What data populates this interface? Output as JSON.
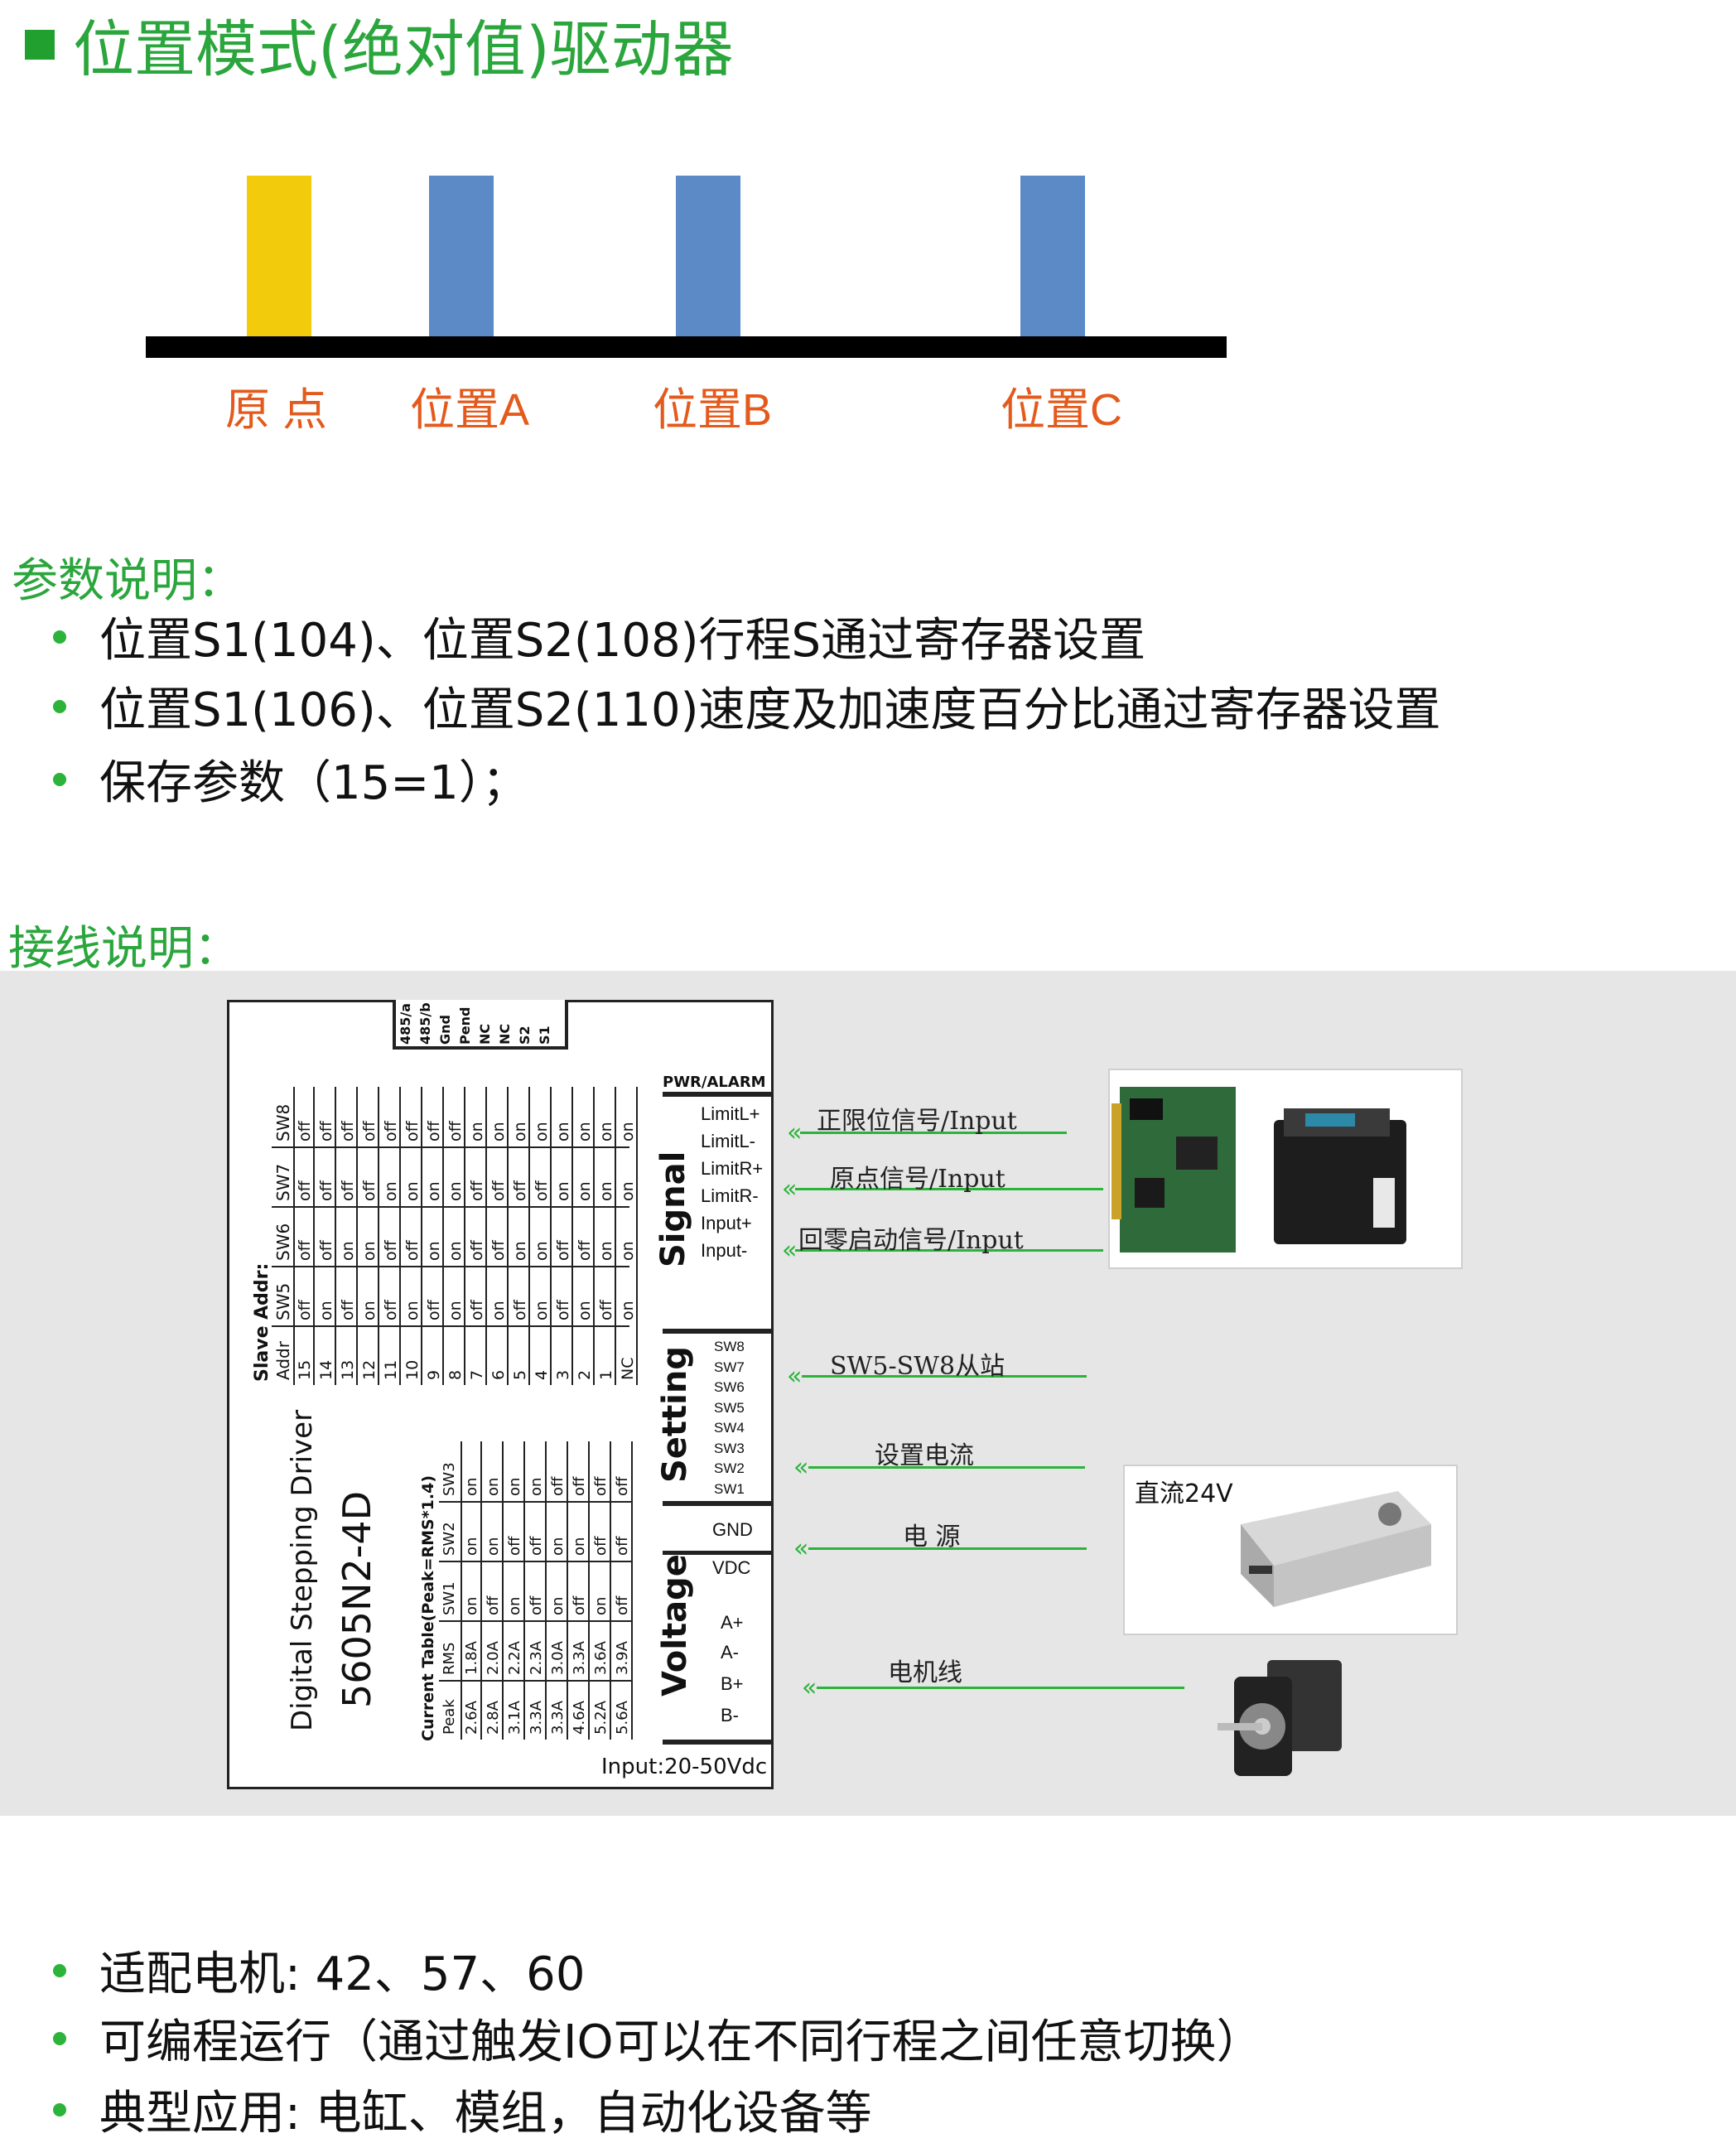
{
  "title": "位置模式(绝对值)驱动器",
  "positions": [
    "原 点",
    "位置A",
    "位置B",
    "位置C"
  ],
  "params": {
    "heading": "参数说明：",
    "items": [
      "位置S1(104)、位置S2(108)行程S通过寄存器设置",
      "位置S1(106)、位置S2(110)速度及加速度百分比通过寄存器设置",
      "保存参数（15=1）；"
    ]
  },
  "wiring": {
    "heading": "接线说明：",
    "driver_model": "5605N2-4D",
    "driver_desc": "Digital Stepping Driver",
    "input_spec": "Input:20-50Vdc",
    "top_connector": [
      "485/a",
      "485/b",
      "Gnd",
      "Pend",
      "NC",
      "NC",
      "S2",
      "S1"
    ],
    "pwr_alarm": "PWR/ALARM",
    "signal_title": "Signal",
    "signal_pins": [
      "LimitL+",
      "LimitL-",
      "LimitR+",
      "LimitR-",
      "Input+",
      "Input-"
    ],
    "setting_title": "Setting",
    "setting_pins": [
      "SW8",
      "SW7",
      "SW6",
      "SW5",
      "SW4",
      "SW3",
      "SW2",
      "SW1"
    ],
    "voltage_title": "Voltage",
    "voltage_pins": [
      "GND",
      "VDC",
      "A+",
      "A-",
      "B+",
      "B-"
    ],
    "slave_table": {
      "title": "Slave Addr:",
      "headers": [
        "Addr",
        "SW5",
        "SW6",
        "SW7",
        "SW8"
      ],
      "rows": [
        [
          "15",
          "off",
          "off",
          "off",
          "off"
        ],
        [
          "14",
          "on",
          "off",
          "off",
          "off"
        ],
        [
          "13",
          "off",
          "on",
          "off",
          "off"
        ],
        [
          "12",
          "on",
          "on",
          "off",
          "off"
        ],
        [
          "11",
          "off",
          "off",
          "on",
          "off"
        ],
        [
          "10",
          "on",
          "off",
          "on",
          "off"
        ],
        [
          "9",
          "off",
          "on",
          "on",
          "off"
        ],
        [
          "8",
          "on",
          "on",
          "on",
          "off"
        ],
        [
          "7",
          "off",
          "off",
          "off",
          "on"
        ],
        [
          "6",
          "on",
          "off",
          "off",
          "on"
        ],
        [
          "5",
          "off",
          "on",
          "off",
          "on"
        ],
        [
          "4",
          "on",
          "on",
          "off",
          "on"
        ],
        [
          "3",
          "off",
          "off",
          "on",
          "on"
        ],
        [
          "2",
          "on",
          "off",
          "on",
          "on"
        ],
        [
          "1",
          "off",
          "on",
          "on",
          "on"
        ],
        [
          "NC",
          "on",
          "on",
          "on",
          "on"
        ]
      ]
    },
    "current_table": {
      "title": "Current Table(Peak=RMS*1.4)",
      "headers": [
        "Peak",
        "RMS",
        "SW1",
        "SW2",
        "SW3"
      ],
      "rows": [
        [
          "2.6A",
          "1.8A",
          "on",
          "on",
          "on"
        ],
        [
          "2.8A",
          "2.0A",
          "off",
          "on",
          "on"
        ],
        [
          "3.1A",
          "2.2A",
          "on",
          "off",
          "on"
        ],
        [
          "3.3A",
          "2.3A",
          "off",
          "off",
          "on"
        ],
        [
          "3.3A",
          "3.0A",
          "on",
          "on",
          "off"
        ],
        [
          "4.6A",
          "3.3A",
          "off",
          "on",
          "off"
        ],
        [
          "5.2A",
          "3.6A",
          "on",
          "off",
          "off"
        ],
        [
          "5.6A",
          "3.9A",
          "off",
          "off",
          "off"
        ]
      ]
    },
    "connections": {
      "limit_pos": "正限位信号/Input",
      "origin": "原点信号/Input",
      "start": "回零启动信号/Input",
      "slave": "SW5-SW8从站",
      "current": "设置电流",
      "power": "电 源",
      "motor": "电机线",
      "dc": "直流24V"
    }
  },
  "features": [
    "适配电机: 42、57、60",
    "可编程运行（通过触发IO可以在不同行程之间任意切换）",
    "典型应用: 电缸、模组，自动化设备等"
  ],
  "colors": {
    "accent_green": "#2aa63c",
    "position_orange": "#e35a1c",
    "origin_yellow": "#f2cc0c",
    "position_blue": "#5b8ac7"
  }
}
